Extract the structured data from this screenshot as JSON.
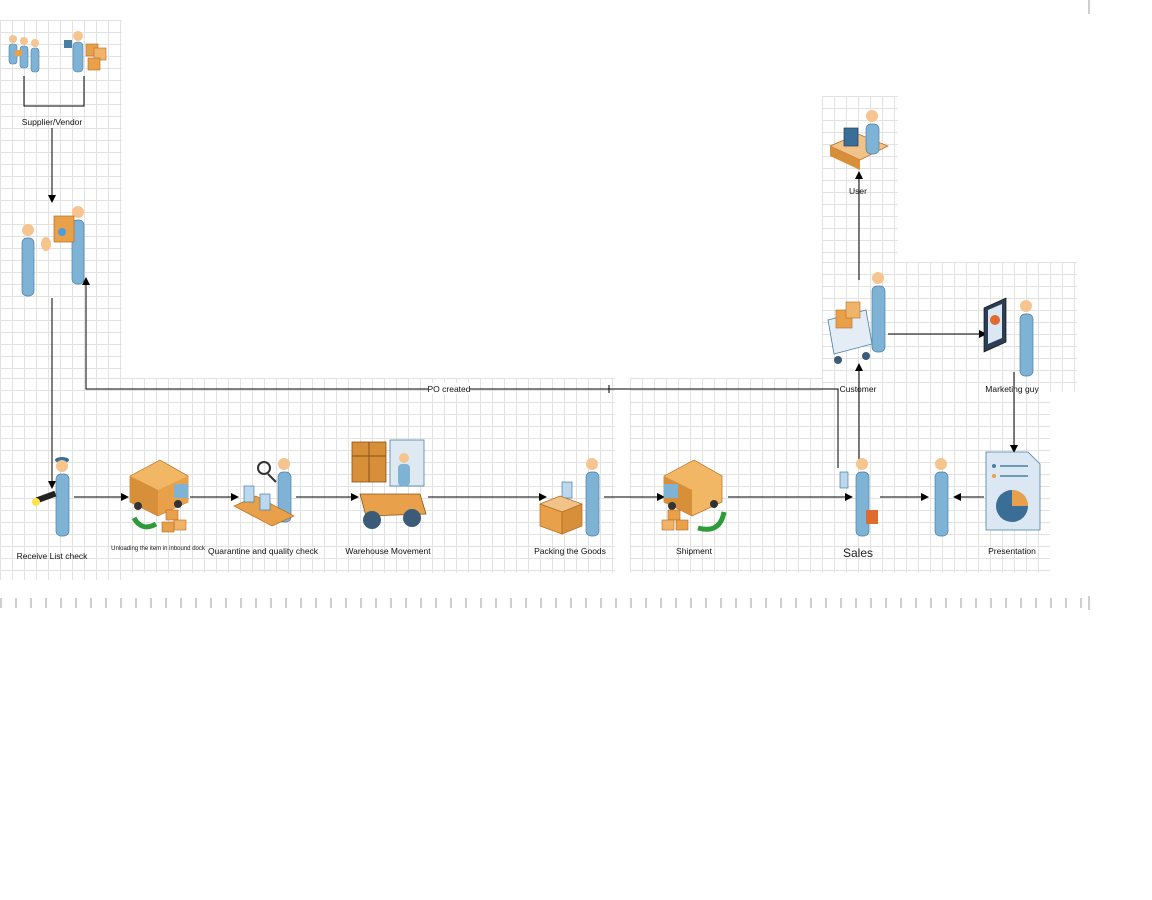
{
  "diagram": {
    "nodes": {
      "supplier": "Supplier/Vendor",
      "receive": "Receive List check",
      "unloading": "Unloading the item in inbound dock",
      "quarantine": "Quarantine and quality check",
      "warehouse": "Warehouse Movement",
      "packing": "Packing the Goods",
      "shipment": "Shipment",
      "sales": "Sales",
      "presentation": "Presentation",
      "customer": "Customer",
      "marketing": "Marketing guy",
      "user": "User"
    },
    "edge_labels": {
      "po_created": "PO created"
    }
  },
  "icons": [
    "person-icon",
    "truck-icon",
    "forklift-icon",
    "box-icon",
    "shopping-cart-icon",
    "computer-desk-icon",
    "chart-board-icon",
    "document-chart-icon",
    "guard-flashlight-icon"
  ],
  "colors": {
    "person": "#7fb3d5",
    "head": "#f5c48f",
    "box": "#e8a04a",
    "line": "#000000",
    "grid": "#e2e2e2"
  }
}
